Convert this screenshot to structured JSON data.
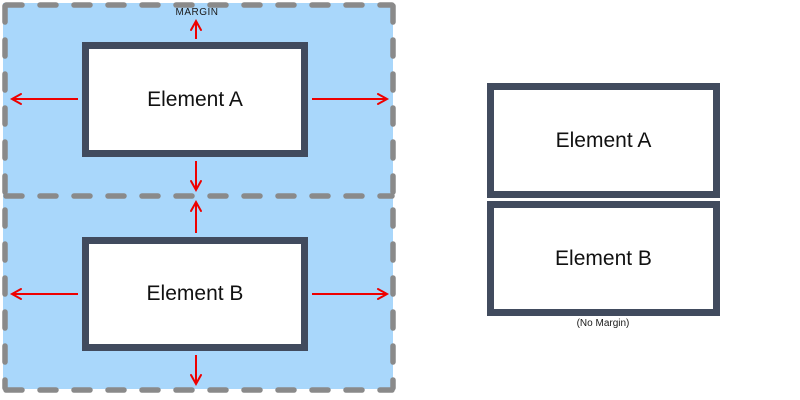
{
  "left_diagram": {
    "margin_label": "MARGIN",
    "element_a_label": "Element A",
    "element_b_label": "Element B"
  },
  "right_diagram": {
    "element_a_label": "Element A",
    "element_b_label": "Element B",
    "no_margin_label": "(No Margin)"
  },
  "colors": {
    "margin_area_fill": "#a9d7fb",
    "element_border": "#414b5e",
    "dashed_border": "#8a8a8a",
    "arrow": "#ee0000",
    "text": "#111111"
  }
}
